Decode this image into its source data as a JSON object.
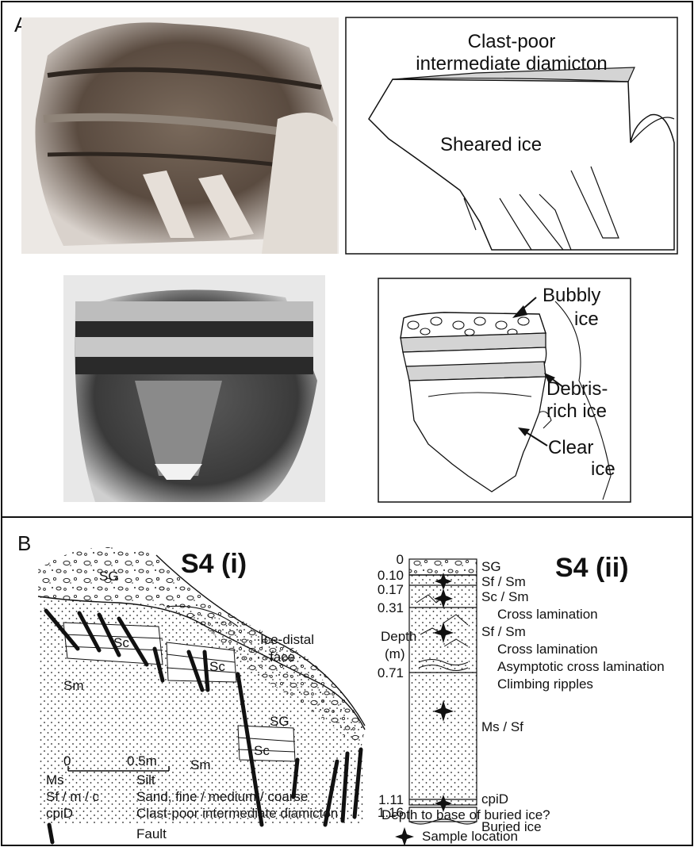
{
  "panel_a": {
    "letter": "A",
    "top_sketch": {
      "label_diamicton_1": "Clast-poor",
      "label_diamicton_2": "intermediate diamicton",
      "label_sheared": "Sheared ice"
    },
    "bottom_sketch": {
      "bubbly_1": "Bubbly",
      "bubbly_2": "ice",
      "debris_1": "Debris-",
      "debris_2": "rich ice",
      "clear_1": "Clear",
      "clear_2": "ice"
    }
  },
  "panel_b": {
    "letter": "B",
    "section_i": {
      "title": "S4 (i)",
      "units": [
        "SG",
        "Sc",
        "Sc",
        "Sm",
        "Sm",
        "SG",
        "Sc"
      ],
      "face_label_1": "Ice-distal",
      "face_label_2": "face",
      "scale_start": "0",
      "scale_end": "0.5m"
    },
    "section_ii": {
      "title": "S4 (ii)",
      "depth_label_1": "Depth",
      "depth_label_2": "(m)",
      "depths": [
        "0",
        "0.10",
        "0.17",
        "0.31",
        "0.71",
        "1.11",
        "1.16"
      ],
      "descriptions": [
        "SG",
        "Sf / Sm",
        "Sc / Sm",
        "Cross lamination",
        "Sf / Sm",
        "Cross lamination",
        "Asymptotic cross lamination",
        "Climbing ripples",
        "Ms / Sf",
        "cpiD",
        "Buried ice"
      ],
      "base_question": "Depth to base of buried ice?"
    },
    "legend": {
      "codes": [
        "Ms",
        "Sf / m / c",
        "cpiD"
      ],
      "meanings": [
        "Silt",
        "Sand, fine / medium / coarse",
        "Clast-poor intermediate diamicton",
        "Fault"
      ],
      "sample": "Sample location"
    }
  },
  "colors": {
    "ink": "#111111",
    "shade": "#d4d4d4",
    "photo_dark": "#4a4038",
    "photo_light": "#cfc8c0"
  }
}
